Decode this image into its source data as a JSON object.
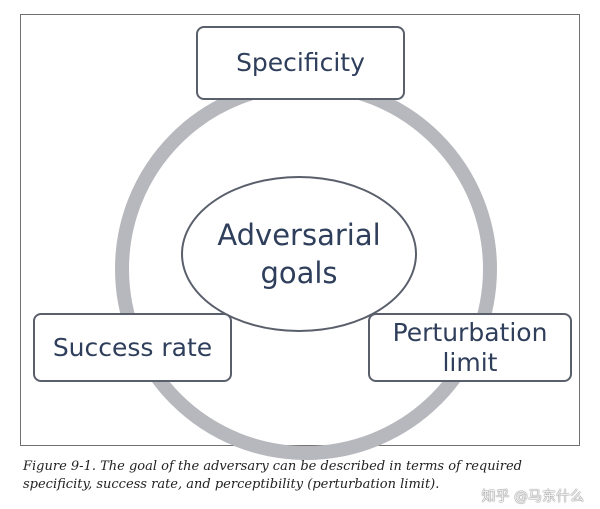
{
  "diagram": {
    "center": "Adversarial\ngoals",
    "top_node": "Specificity",
    "left_node": "Success rate",
    "right_node": "Perturbation\nlimit"
  },
  "caption": "Figure 9-1. The goal of the adversary can be described in terms of required specificity, success rate, and perceptibility (perturbation limit).",
  "watermark": "知乎 @马东什么",
  "colors": {
    "ring": "#b7b8bd",
    "text": "#2f3f5b",
    "border": "#5a5f6c"
  }
}
